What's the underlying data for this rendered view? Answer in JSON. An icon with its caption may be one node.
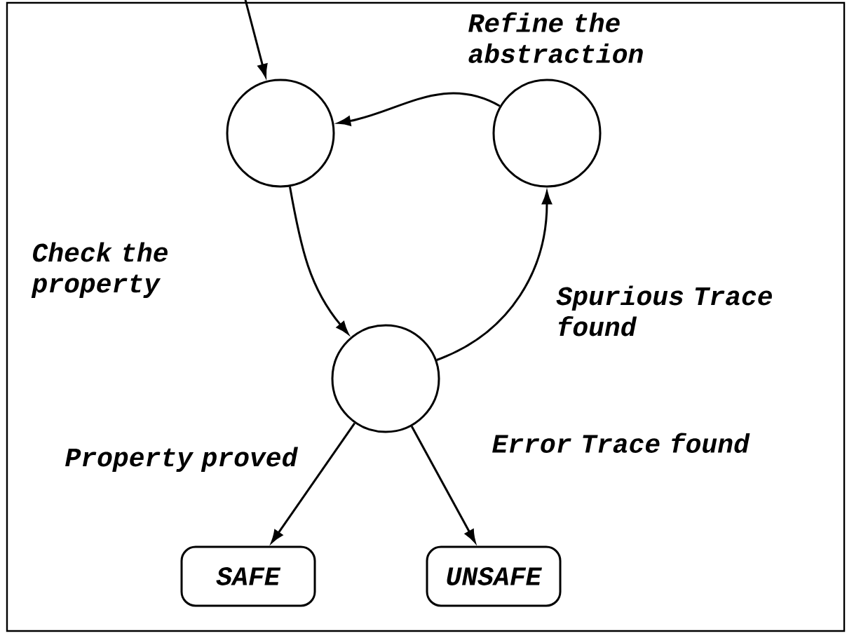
{
  "diagram": {
    "nodes": [
      {
        "text": [],
        "shape": "circle"
      },
      {
        "text": [],
        "shape": "circle"
      },
      {
        "text": [],
        "shape": "circle"
      },
      {
        "text": [
          "SAFE"
        ]
      },
      {
        "text": [
          "UNSAFE"
        ]
      }
    ],
    "edges": [
      {
        "from": null,
        "to": 0,
        "arrow": "to"
      },
      {
        "from": 1,
        "to": 0,
        "arrow": "to",
        "label": "Refine the abstraction"
      },
      {
        "from": 0,
        "to": 2,
        "arrow": "to",
        "label": "Check the property"
      },
      {
        "from": 2,
        "to": 1,
        "arrow": "to",
        "label": "Spurious Trace found"
      },
      {
        "from": 2,
        "to": 3,
        "arrow": "to",
        "label": "Property proved"
      },
      {
        "from": 2,
        "to": 4,
        "arrow": "to",
        "label": "Error Trace found"
      }
    ]
  }
}
